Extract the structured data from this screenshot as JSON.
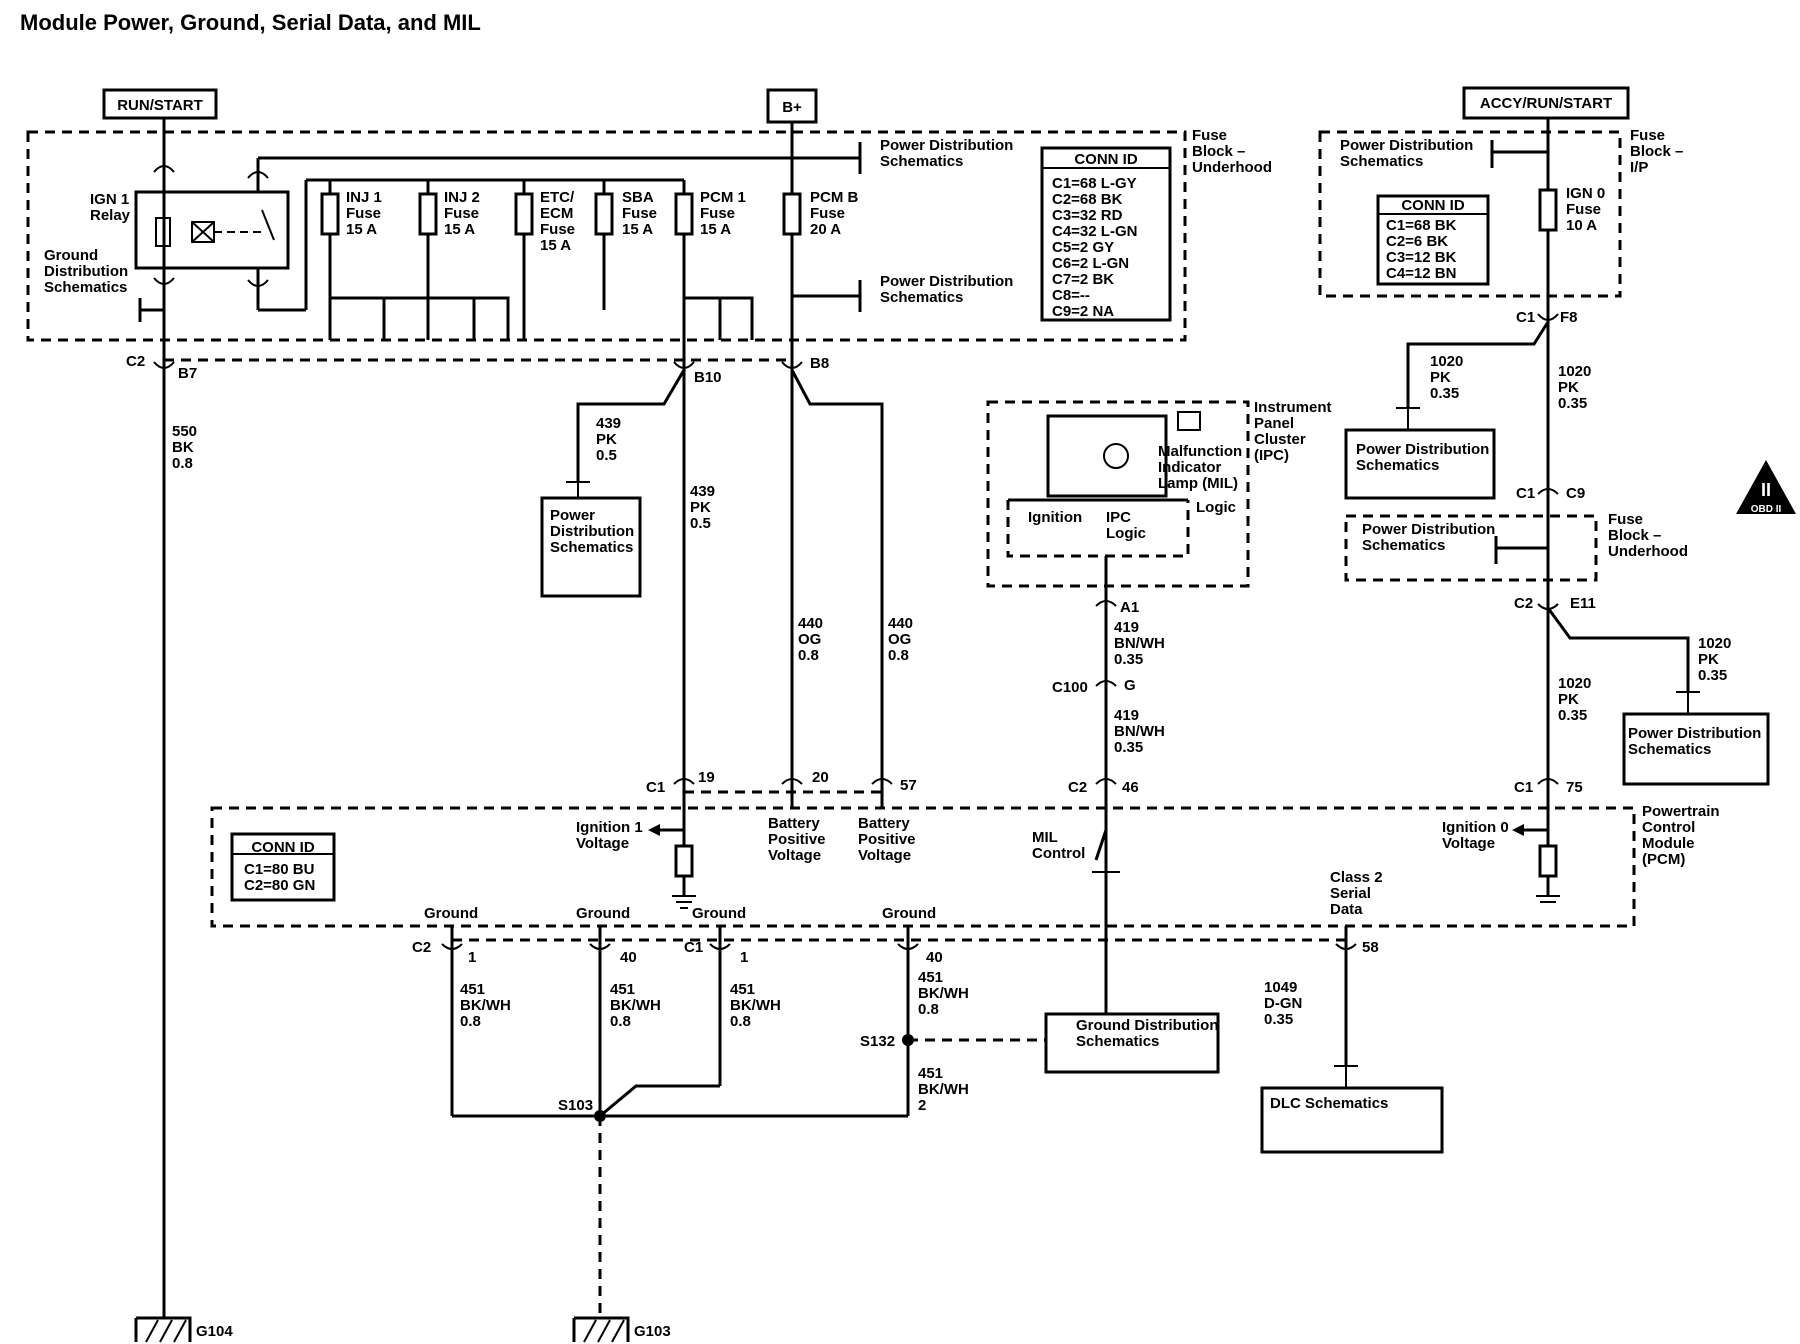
{
  "title": "Module Power, Ground, Serial Data, and MIL",
  "sources": {
    "run_start": "RUN/START",
    "b_plus": "B+",
    "accy_run_start": "ACCY/RUN/START"
  },
  "fuse_block_underhood": {
    "label": [
      "Fuse",
      "Block –",
      "Underhood"
    ],
    "relay": [
      "IGN 1",
      "Relay"
    ],
    "ground_ref": [
      "Ground",
      "Distribution",
      "Schematics"
    ],
    "fuses": [
      {
        "lines": [
          "INJ 1",
          "Fuse",
          "15 A"
        ]
      },
      {
        "lines": [
          "INJ 2",
          "Fuse",
          "15 A"
        ]
      },
      {
        "lines": [
          "ETC/",
          "ECM",
          "Fuse",
          "15 A"
        ]
      },
      {
        "lines": [
          "SBA",
          "Fuse",
          "15 A"
        ]
      },
      {
        "lines": [
          "PCM 1",
          "Fuse",
          "15 A"
        ]
      },
      {
        "lines": [
          "PCM B",
          "Fuse",
          "20 A"
        ]
      }
    ],
    "power_ref_1": [
      "Power Distribution",
      "Schematics"
    ],
    "power_ref_2": [
      "Power Distribution",
      "Schematics"
    ],
    "conn_id": {
      "title": "CONN ID",
      "rows": [
        "C1=68 L-GY",
        "C2=68 BK",
        "C3=32 RD",
        "C4=32 L-GN",
        "C5=2 GY",
        "C6=2 L-GN",
        "C7=2 BK",
        "C8=--",
        "C9=2 NA"
      ]
    }
  },
  "fuse_block_ip": {
    "label": [
      "Fuse",
      "Block –",
      "I/P"
    ],
    "power_ref": [
      "Power Distribution",
      "Schematics"
    ],
    "fuse": [
      "IGN 0",
      "Fuse",
      "10 A"
    ],
    "conn_id": {
      "title": "CONN ID",
      "rows": [
        "C1=68 BK",
        "C2=6 BK",
        "C3=12 BK",
        "C4=12 BN"
      ]
    }
  },
  "pins": {
    "c2": "C2",
    "b7": "B7",
    "b10": "B10",
    "b8": "B8",
    "c1_f8": "C1",
    "f8": "F8",
    "c1_c9": "C1",
    "c9": "C9",
    "c2_e11": "C2",
    "e11": "E11",
    "a1": "A1",
    "c100": "C100",
    "g": "G",
    "c1_pcm": "C1",
    "p19": "19",
    "p20": "20",
    "p57": "57",
    "c2_pcm": "C2",
    "p46": "46",
    "c1_pcm2": "C1",
    "p75": "75",
    "c2_gnd": "C2",
    "g1": "1",
    "g40": "40",
    "c1_gnd": "C1",
    "g1b": "1",
    "g40b": "40",
    "p58": "58"
  },
  "wires": {
    "w550": [
      "550",
      "BK",
      "0.8"
    ],
    "w439a": [
      "439",
      "PK",
      "0.5"
    ],
    "w439b": [
      "439",
      "PK",
      "0.5"
    ],
    "w440a": [
      "440",
      "OG",
      "0.8"
    ],
    "w440b": [
      "440",
      "OG",
      "0.8"
    ],
    "w1020a": [
      "1020",
      "PK",
      "0.35"
    ],
    "w1020b": [
      "1020",
      "PK",
      "0.35"
    ],
    "w1020c": [
      "1020",
      "PK",
      "0.35"
    ],
    "w1020d": [
      "1020",
      "PK",
      "0.35"
    ],
    "w419a": [
      "419",
      "BN/WH",
      "0.35"
    ],
    "w419b": [
      "419",
      "BN/WH",
      "0.35"
    ],
    "w451a": [
      "451",
      "BK/WH",
      "0.8"
    ],
    "w451b": [
      "451",
      "BK/WH",
      "0.8"
    ],
    "w451c": [
      "451",
      "BK/WH",
      "0.8"
    ],
    "w451d": [
      "451",
      "BK/WH",
      "0.8"
    ],
    "w451e": [
      "451",
      "BK/WH",
      "2"
    ],
    "w1049": [
      "1049",
      "D-GN",
      "0.35"
    ]
  },
  "refs": {
    "pd_439": [
      "Power",
      "Distribution",
      "Schematics"
    ],
    "pd_1020_left": [
      "Power Distribution",
      "Schematics"
    ],
    "pd_underhood": [
      "Power Distribution",
      "Schematics"
    ],
    "pd_1020_right": [
      "Power Distribution",
      "Schematics"
    ],
    "gnd_s132": [
      "Ground Distribution",
      "Schematics"
    ],
    "dlc": "DLC Schematics"
  },
  "ipc": {
    "label": [
      "Instrument",
      "Panel",
      "Cluster",
      "(IPC)"
    ],
    "mil": [
      "Malfunction",
      "Indicator",
      "Lamp (MIL)"
    ],
    "logic": "Logic",
    "ignition": "Ignition",
    "ipc_logic": [
      "IPC",
      "Logic"
    ]
  },
  "fuse_underhood_right": [
    "Fuse",
    "Block –",
    "Underhood"
  ],
  "pcm": {
    "label": [
      "Powertrain",
      "Control",
      "Module",
      "(PCM)"
    ],
    "conn_id": {
      "title": "CONN ID",
      "rows": [
        "C1=80 BU",
        "C2=80 GN"
      ]
    },
    "ign1_voltage": [
      "Ignition 1",
      "Voltage"
    ],
    "batt_pos_1": [
      "Battery",
      "Positive",
      "Voltage"
    ],
    "batt_pos_2": [
      "Battery",
      "Positive",
      "Voltage"
    ],
    "mil_control": [
      "MIL",
      "Control"
    ],
    "ign0_voltage": [
      "Ignition 0",
      "Voltage"
    ],
    "class2": [
      "Class 2",
      "Serial",
      "Data"
    ],
    "grounds": [
      "Ground",
      "Ground",
      "Ground",
      "Ground"
    ]
  },
  "splices": {
    "s103": "S103",
    "s132": "S132"
  },
  "grounds": {
    "g104": "G104",
    "g103": "G103"
  },
  "obd_badge": {
    "symbol": "II",
    "text": "OBD II"
  }
}
